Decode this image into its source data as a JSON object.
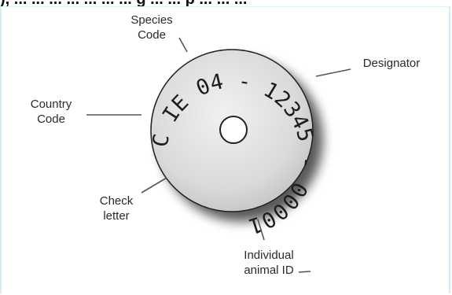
{
  "header": {
    "partial_heading": "), ... ... ... ... ... ... ... g ... ... p ... ... ..."
  },
  "labels": {
    "species_code": [
      "Species",
      "Code"
    ],
    "designator": [
      "Designator"
    ],
    "country_code": [
      "Country",
      "Code"
    ],
    "check_letter": [
      "Check",
      "letter"
    ],
    "individual_animal_id": [
      "Individual",
      "animal ID"
    ]
  },
  "tag": {
    "ring_text": "C IE 04 - 12345 - 00001",
    "country": "IE",
    "species": "04",
    "designator": "12345",
    "individual_id": "00001",
    "check_letter": "C"
  }
}
